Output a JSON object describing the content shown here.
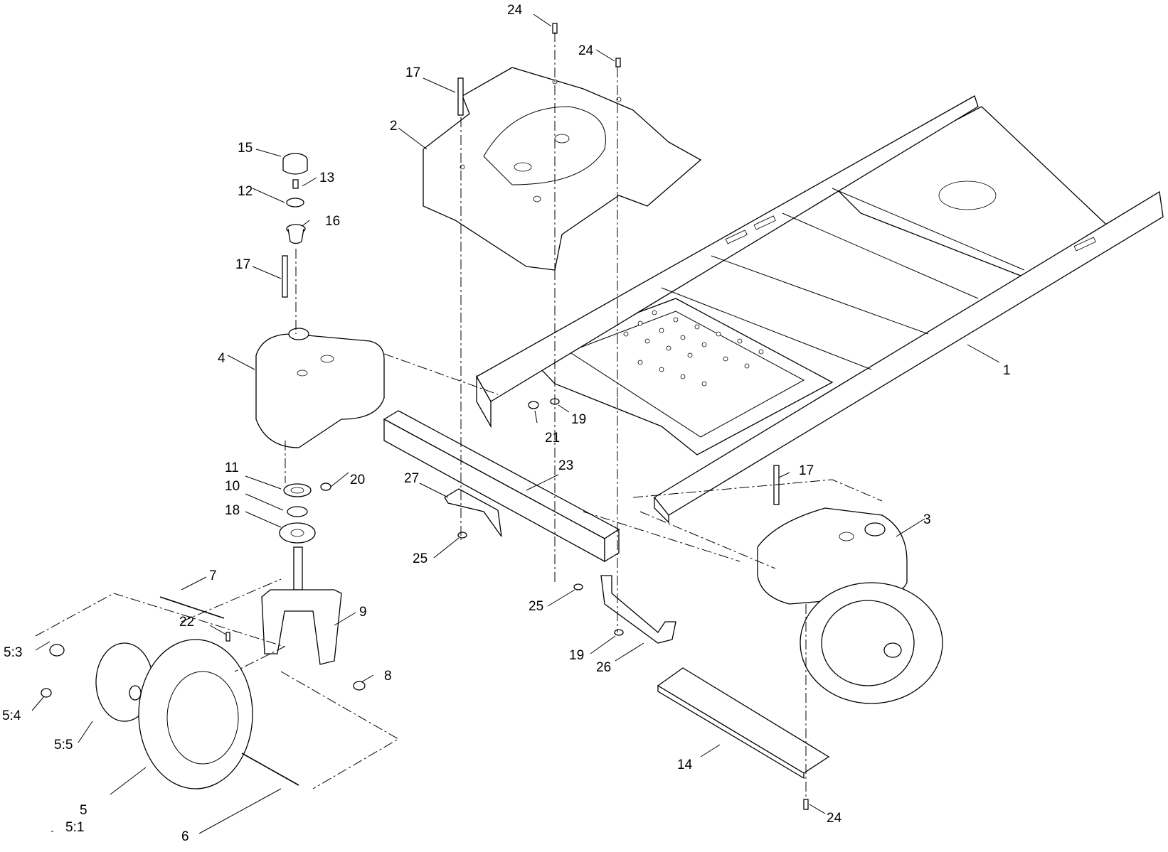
{
  "callouts": [
    {
      "id": "1",
      "text": "1"
    },
    {
      "id": "2",
      "text": "2"
    },
    {
      "id": "3",
      "text": "3"
    },
    {
      "id": "4",
      "text": "4"
    },
    {
      "id": "5",
      "text": "5"
    },
    {
      "id": "5_1",
      "text": "5:1"
    },
    {
      "id": "5_3",
      "text": "5:3"
    },
    {
      "id": "5_4",
      "text": "5:4"
    },
    {
      "id": "5_5",
      "text": "5:5"
    },
    {
      "id": "6",
      "text": "6"
    },
    {
      "id": "7",
      "text": "7"
    },
    {
      "id": "8",
      "text": "8"
    },
    {
      "id": "9",
      "text": "9"
    },
    {
      "id": "10",
      "text": "10"
    },
    {
      "id": "11",
      "text": "11"
    },
    {
      "id": "12",
      "text": "12"
    },
    {
      "id": "13",
      "text": "13"
    },
    {
      "id": "14",
      "text": "14"
    },
    {
      "id": "15",
      "text": "15"
    },
    {
      "id": "16",
      "text": "16"
    },
    {
      "id": "17a",
      "text": "17"
    },
    {
      "id": "17b",
      "text": "17"
    },
    {
      "id": "17c",
      "text": "17"
    },
    {
      "id": "18",
      "text": "18"
    },
    {
      "id": "19a",
      "text": "19"
    },
    {
      "id": "19b",
      "text": "19"
    },
    {
      "id": "20",
      "text": "20"
    },
    {
      "id": "21",
      "text": "21"
    },
    {
      "id": "22",
      "text": "22"
    },
    {
      "id": "23",
      "text": "23"
    },
    {
      "id": "24a",
      "text": "24"
    },
    {
      "id": "24b",
      "text": "24"
    },
    {
      "id": "24c",
      "text": "24"
    },
    {
      "id": "25a",
      "text": "25"
    },
    {
      "id": "25b",
      "text": "25"
    },
    {
      "id": "26",
      "text": "26"
    },
    {
      "id": "27",
      "text": "27"
    }
  ]
}
